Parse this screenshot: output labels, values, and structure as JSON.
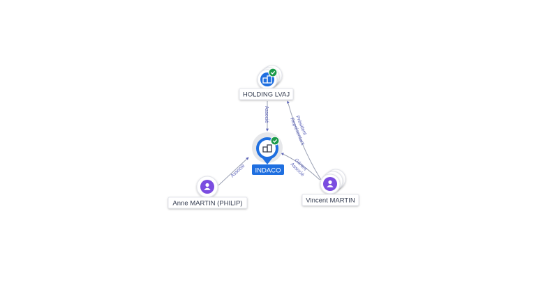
{
  "colors": {
    "company": "#1f6fe0",
    "person": "#7a4ce0",
    "verified": "#1b9a4a",
    "edge": "#9aa0b3",
    "edge_label": "#5c63b8"
  },
  "nodes": {
    "holding": {
      "label": "HOLDING LVAJ",
      "icon": "building-icon",
      "verified": true
    },
    "indaco": {
      "label": "INDACO",
      "icon": "building-icon",
      "verified": true
    },
    "anne": {
      "label": "Anne MARTIN (PHILIP)",
      "icon": "person-icon"
    },
    "vincent": {
      "label": "Vincent MARTIN",
      "icon": "person-icon"
    }
  },
  "edges": {
    "holding_indaco": {
      "label": "Associé"
    },
    "anne_indaco": {
      "label": "Associé"
    },
    "vincent_holding": {
      "label_1": "Président",
      "label_2": "Représentant"
    },
    "vincent_indaco": {
      "label_1": "Gérant",
      "label_2": "Associé"
    }
  }
}
